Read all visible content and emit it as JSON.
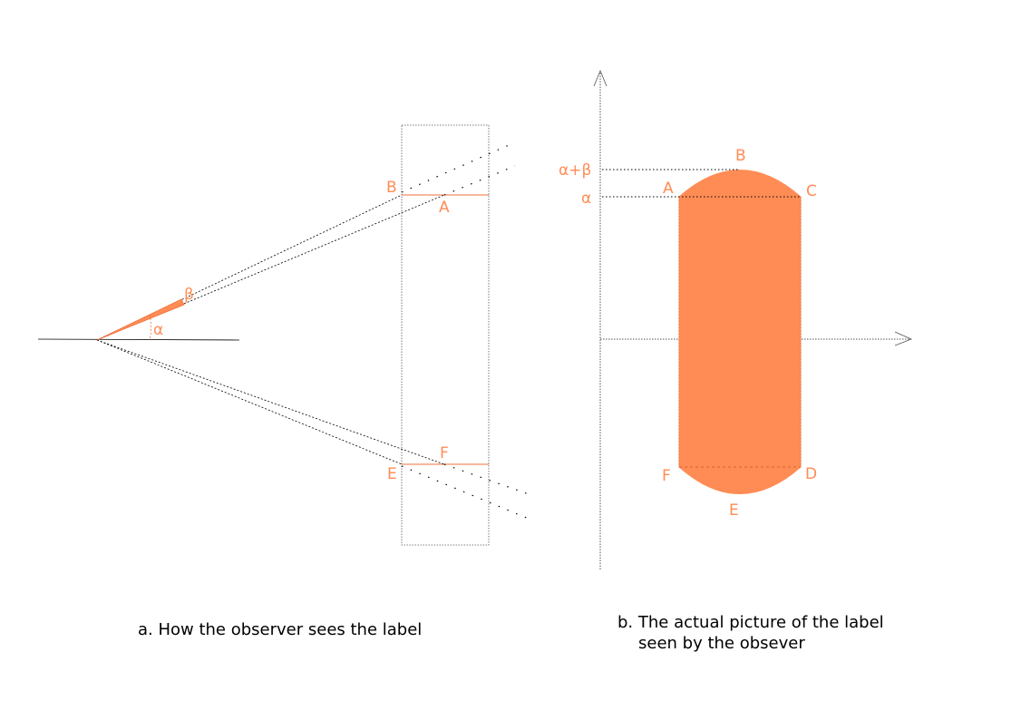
{
  "colors": {
    "accent": "#ff8c55",
    "accent_dark": "#f07038",
    "ink": "#000000",
    "guide": "#555555",
    "background": "#ffffff"
  },
  "left_panel": {
    "point_labels": {
      "B": "B",
      "A": "A",
      "E": "E",
      "F": "F"
    },
    "angle_labels": {
      "beta": "β",
      "alpha": "α"
    },
    "caption": "a. How the observer sees the label"
  },
  "right_panel": {
    "point_labels": {
      "A": "A",
      "B": "B",
      "C": "C",
      "D": "D",
      "E": "E",
      "F": "F"
    },
    "axis_labels": {
      "alpha_plus_beta": "α+β",
      "alpha": "α"
    },
    "caption": {
      "line1": "b. The actual picture of the label",
      "line2": "seen by the obsever"
    }
  }
}
